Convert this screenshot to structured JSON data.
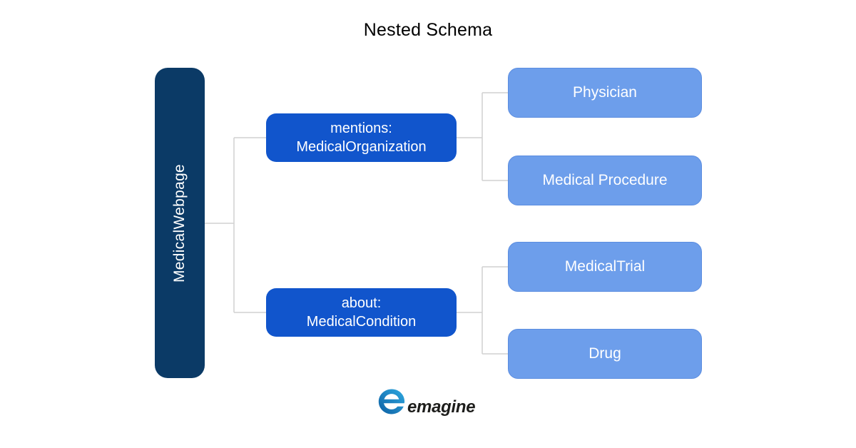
{
  "title": "Nested Schema",
  "colors": {
    "root_fill": "#0b3a66",
    "branch_fill": "#1155cc",
    "leaf_fill": "#6d9eeb",
    "leaf_border": "#5b8de0",
    "connector": "#d1d1d1",
    "node_text": "#ffffff",
    "title_text": "#000000",
    "logo_blue_dark": "#0d5fa3",
    "logo_blue_light": "#2fa9e0",
    "logo_text_color": "#1d1d1b"
  },
  "diagram": {
    "root": {
      "label": "MedicalWebpage"
    },
    "branches": [
      {
        "line1": "mentions:",
        "line2": "MedicalOrganization",
        "children": [
          {
            "label": "Physician"
          },
          {
            "label": "Medical Procedure"
          }
        ]
      },
      {
        "line1": "about:",
        "line2": "MedicalCondition",
        "children": [
          {
            "label": "MedicalTrial"
          },
          {
            "label": "Drug"
          }
        ]
      }
    ]
  },
  "logo": {
    "text": "emagine",
    "icon": "emagine-swirl-e-icon"
  }
}
